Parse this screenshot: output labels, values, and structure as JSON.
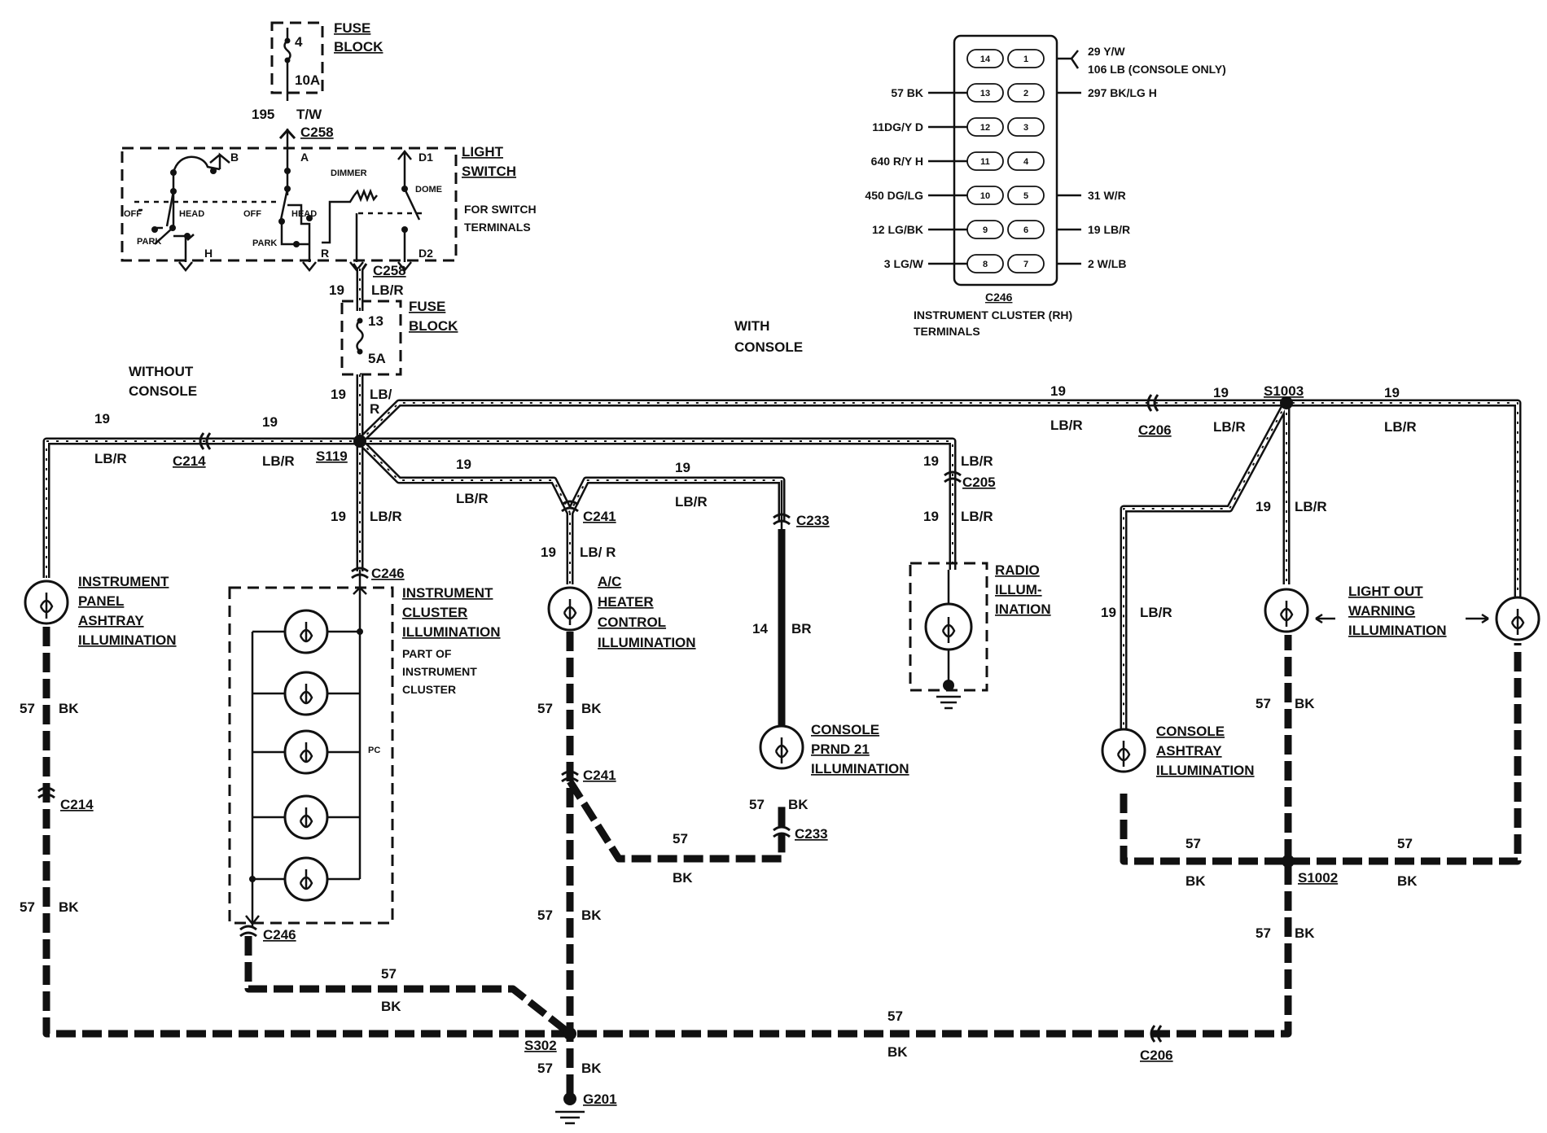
{
  "fuse_top": {
    "label_1": "FUSE",
    "label_2": "BLOCK",
    "fuse_no": "4",
    "rating": "10A"
  },
  "wire_195": {
    "circuit": "195",
    "color": "T/W"
  },
  "c258_top": "C258",
  "light_switch": {
    "title_1": "LIGHT",
    "title_2": "SWITCH",
    "note_1": "FOR SWITCH",
    "note_2": "TERMINALS",
    "t_b": "B",
    "t_a": "A",
    "t_d1": "D1",
    "t_h": "H",
    "t_r": "R",
    "t_d2": "D2",
    "off_1": "OFF",
    "head_1": "HEAD",
    "park_1": "PARK",
    "off_2": "OFF",
    "head_2": "HEAD",
    "park_2": "PARK",
    "dimmer": "DIMMER",
    "dome": "DOME"
  },
  "c258_bottom": "C258",
  "wire_19_top": {
    "circuit": "19",
    "color": "LB/R"
  },
  "fuse_mid": {
    "label_1": "FUSE",
    "label_2": "BLOCK",
    "fuse_no": "13",
    "rating": "5A"
  },
  "wire_19_mid": {
    "circuit": "19",
    "color_1": "LB/",
    "color_2": "R"
  },
  "with_console": {
    "line_1": "WITH",
    "line_2": "CONSOLE"
  },
  "without_console": {
    "line_1": "WITHOUT",
    "line_2": "CONSOLE"
  },
  "harness": {
    "w19": "19",
    "lbr": "LB/R",
    "lbr_sp": "LB/ R"
  },
  "splices": {
    "s119": "S119",
    "s1003": "S1003",
    "s1002": "S1002",
    "s302": "S302"
  },
  "connectors": {
    "c214": "C214",
    "c206": "C206",
    "c205": "C205",
    "c241": "C241",
    "c233": "C233",
    "c246": "C246",
    "g201": "G201"
  },
  "components": {
    "ip_ashtray": [
      "INSTRUMENT",
      "PANEL",
      "ASHTRAY",
      "ILLUMINATION"
    ],
    "cluster": [
      "INSTRUMENT",
      "CLUSTER",
      "ILLUMINATION"
    ],
    "cluster_note": [
      "PART OF",
      "INSTRUMENT",
      "CLUSTER"
    ],
    "pc": "PC",
    "ac_heater": [
      "A/C",
      "HEATER",
      "CONTROL",
      "ILLUMINATION"
    ],
    "radio": [
      "RADIO",
      "ILLUM-",
      "INATION"
    ],
    "console_prnd": [
      "CONSOLE",
      "PRND 21",
      "ILLUMINATION"
    ],
    "console_ashtray": [
      "CONSOLE",
      "ASHTRAY",
      "ILLUMINATION"
    ],
    "light_out": [
      "LIGHT OUT",
      "WARNING",
      "ILLUMINATION"
    ]
  },
  "wires": {
    "w57": "57",
    "bk": "BK",
    "w14": "14",
    "br": "BR"
  },
  "c246_terminals": {
    "title": "C246",
    "sub_1": "INSTRUMENT CLUSTER (RH)",
    "sub_2": "TERMINALS",
    "pins_left": [
      "14",
      "13",
      "12",
      "11",
      "10",
      "9",
      "8"
    ],
    "pins_right": [
      "1",
      "2",
      "3",
      "4",
      "5",
      "6",
      "7"
    ],
    "left_labels": [
      "",
      "57 BK",
      "11DG/Y D",
      "640 R/Y H",
      "450 DG/LG",
      "12 LG/BK",
      "3 LG/W"
    ],
    "right_labels": [
      "29 Y/W",
      "297 BK/LG H",
      "",
      "",
      "31 W/R",
      "19 LB/R",
      "2 W/LB"
    ],
    "right_extra": "106 LB (CONSOLE ONLY)"
  }
}
